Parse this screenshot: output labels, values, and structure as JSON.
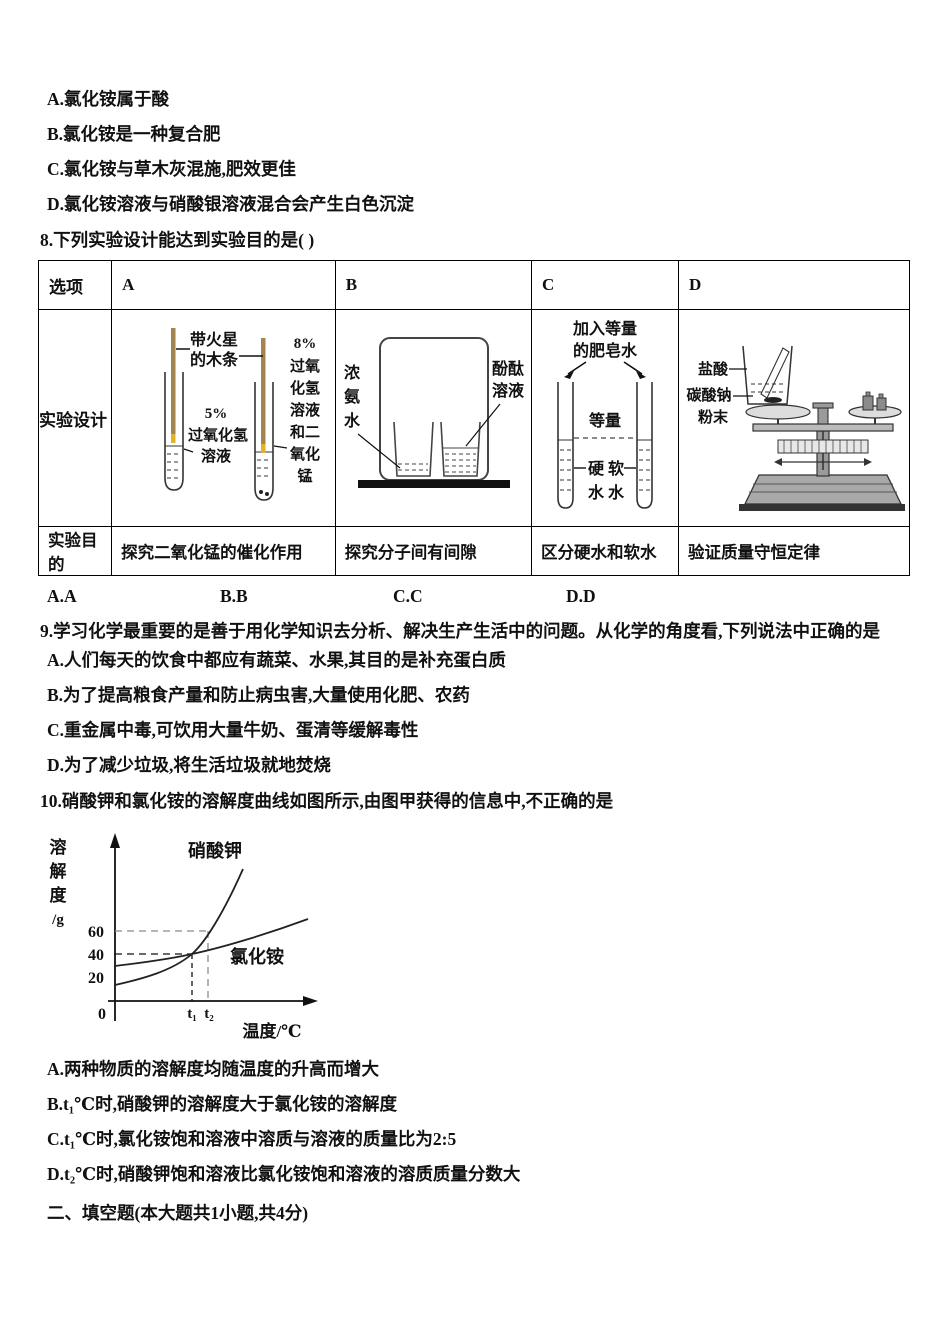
{
  "colors": {
    "splint": "#a5854f",
    "glow": "#e0b329",
    "ink": "#111111",
    "gray_dash": "#8a8a8a"
  },
  "q7_options": [
    "A.氯化铵属于酸",
    "B.氯化铵是一种复合肥",
    "C.氯化铵与草木灰混施,肥效更佳",
    "D.氯化铵溶液与硝酸银溶液混合会产生白色沉淀"
  ],
  "q8": {
    "stem": "8.下列实验设计能达到实验目的是(      )",
    "table": {
      "col_header": "选项",
      "cols": [
        "A",
        "B",
        "C",
        "D"
      ],
      "design_label": "实验设计",
      "purpose_label": "实验目的",
      "purposes": [
        "探究二氧化锰的催化作用",
        "探究分子间有间隙",
        "区分硬水和软水",
        "验证质量守恒定律"
      ],
      "diagram_a": {
        "splint1": "带火星",
        "splint2": "的木条",
        "left1": "5%",
        "left2": "过氧化氢",
        "left3": "溶液",
        "right1": "8%",
        "right2": "过氧",
        "right3": "化氢",
        "right4": "溶液",
        "right5": "和二",
        "right6": "氧化",
        "right7": "锰"
      },
      "diagram_b": {
        "left1": "浓",
        "left2": "氨",
        "left3": "水",
        "right1": "酚酞",
        "right2": "溶液"
      },
      "diagram_c": {
        "top1": "加入等量",
        "top2": "的肥皂水",
        "equal": "等量",
        "hard1": "硬",
        "hard2": "水",
        "soft1": "软",
        "soft2": "水"
      },
      "diagram_d": {
        "label1": "盐酸",
        "label2": "碳酸钠",
        "label3": "粉末"
      }
    },
    "answers": [
      "A.A",
      "B.B",
      "C.C",
      "D.D"
    ]
  },
  "q9": {
    "stem": "9.学习化学最重要的是善于用化学知识去分析、解决生产生活中的问题。从化学的角度看,下列说法中正确的是",
    "options": [
      "A.人们每天的饮食中都应有蔬菜、水果,其目的是补充蛋白质",
      "B.为了提高粮食产量和防止病虫害,大量使用化肥、农药",
      "C.重金属中毒,可饮用大量牛奶、蛋清等缓解毒性",
      "D.为了减少垃圾,将生活垃圾就地焚烧"
    ]
  },
  "q10": {
    "stem": "10.硝酸钾和氯化铵的溶解度曲线如图所示,由图甲获得的信息中,不正确的是",
    "options": [
      "A.两种物质的溶解度均随温度的升高而增大",
      "B.t₁℃时,硝酸钾的溶解度大于氯化铵的溶解度",
      "C.t₁℃时,氯化铵饱和溶液中溶质与溶液的质量比为2:5",
      "D.t₂℃时,硝酸钾饱和溶液比氯化铵饱和溶液的溶质质量分数大"
    ]
  },
  "section2": "二、填空题(本大题共1小题,共4分)",
  "chart_data": {
    "type": "line",
    "title": "",
    "xlabel": "温度/℃",
    "ylabel": "溶解度/g",
    "ylabel_chars": [
      "溶",
      "解",
      "度",
      "/g"
    ],
    "origin": "0",
    "y_ticks": [
      "60",
      "40",
      "20"
    ],
    "x_ticks": [
      "t₁",
      "t₂"
    ],
    "ylim": [
      0,
      100
    ],
    "grid": false,
    "series": [
      {
        "name": "硝酸钾",
        "x": [
          "0",
          "t₁",
          "t₂",
          "right-end"
        ],
        "y": [
          13,
          40,
          60,
          100
        ],
        "shape": "steep upward curve"
      },
      {
        "name": "氯化铵",
        "x": [
          "0",
          "t₁",
          "t₂",
          "right-end"
        ],
        "y": [
          30,
          40,
          46,
          68
        ],
        "shape": "gentle upward curve"
      }
    ],
    "annotations": [
      "black dashed guides from axes to (t₁, 40) at curve intersection",
      "gray dashed guides from axes to (t₂, 60) on 硝酸钾 curve"
    ]
  }
}
